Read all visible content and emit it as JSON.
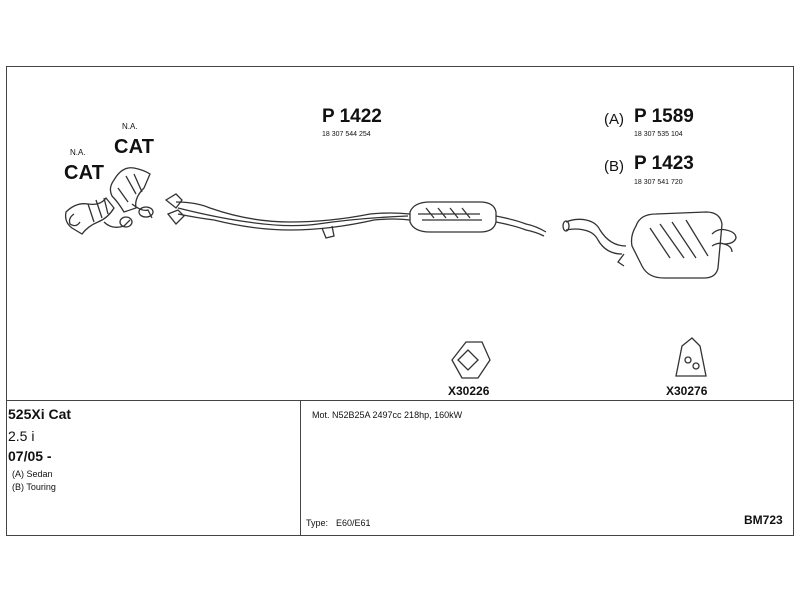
{
  "diagram": {
    "cat_left": {
      "label_top": "N.A.",
      "label_main": "CAT"
    },
    "cat_right": {
      "label_top": "N.A.",
      "label_main": "CAT"
    },
    "parts": [
      {
        "prefix": "",
        "number": "P 1422",
        "oe": "18 307 544 254"
      },
      {
        "prefix": "(A)",
        "number": "P 1589",
        "oe": "18 307 535 104"
      },
      {
        "prefix": "(B)",
        "number": "P 1423",
        "oe": "18 307 541 720"
      }
    ],
    "mounts": [
      {
        "code": "X30226"
      },
      {
        "code": "X30276"
      }
    ]
  },
  "info": {
    "model": "525Xi Cat",
    "engine": "2.5 i",
    "date": "07/05 -",
    "variants": [
      "(A) Sedan",
      "(B) Touring"
    ],
    "motor": "Mot. N52B25A 2497cc 218hp, 160kW",
    "type_label": "Type:",
    "type_value": "E60/E61",
    "ref": "BM723"
  }
}
